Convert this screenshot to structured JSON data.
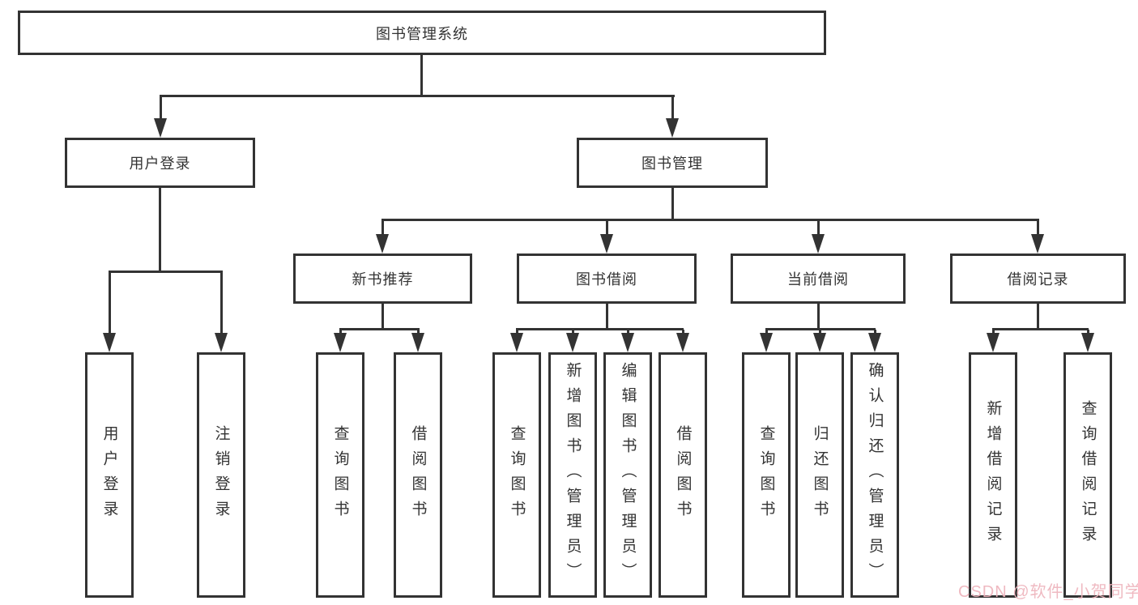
{
  "page": {
    "background": "#ffffff",
    "line_color": "#333333",
    "text_color": "#333333"
  },
  "watermark": {
    "text": "CSDN @软件_小贺同学",
    "color": "#eeb4bc"
  },
  "tree": {
    "root": {
      "label": "图书管理系统"
    },
    "branches": [
      {
        "label": "用户登录",
        "children": [
          {
            "label": "用户登录"
          },
          {
            "label": "注销登录"
          }
        ]
      },
      {
        "label": "图书管理",
        "groups": [
          {
            "label": "新书推荐",
            "children": [
              {
                "label": "查询图书"
              },
              {
                "label": "借阅图书"
              }
            ]
          },
          {
            "label": "图书借阅",
            "children": [
              {
                "label": "查询图书"
              },
              {
                "label": "新增图书（管理员）"
              },
              {
                "label": "编辑图书（管理员）"
              },
              {
                "label": "借阅图书"
              }
            ]
          },
          {
            "label": "当前借阅",
            "children": [
              {
                "label": "查询图书"
              },
              {
                "label": "归还图书"
              },
              {
                "label": "确认归还（管理员）"
              }
            ]
          },
          {
            "label": "借阅记录",
            "children": [
              {
                "label": "新增借阅记录"
              },
              {
                "label": "查询借阅记录"
              }
            ]
          }
        ]
      }
    ]
  }
}
